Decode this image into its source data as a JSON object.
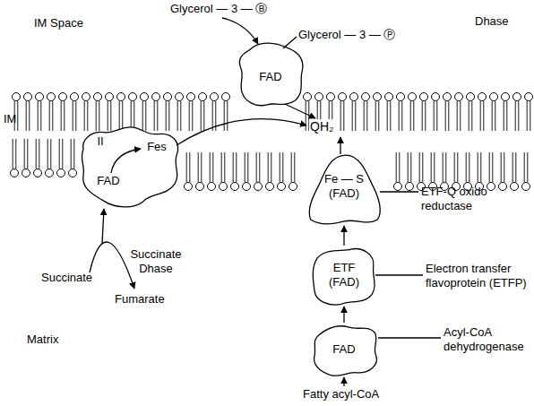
{
  "diagram": {
    "nodes": [
      {
        "text": [
          "FAD"
        ]
      },
      {
        "text": [
          "II",
          "FAD",
          "Fes"
        ]
      },
      {
        "text": [
          "Fe — S (FAD)"
        ]
      },
      {
        "text": [
          "ETF (FAD)"
        ]
      },
      {
        "text": [
          "FAD"
        ]
      }
    ],
    "edges": [
      {
        "from": 4,
        "to": 3,
        "arrow": "to"
      },
      {
        "from": 3,
        "to": 2,
        "arrow": "to"
      }
    ],
    "labels": [
      "IM Space",
      "Glycerol — 3 — Ⓑ",
      "Glycerol — 3 — Ⓟ",
      "Dhase",
      "IM",
      "QH₂",
      "Succinate Dhase",
      "Succinate",
      "Fumarate",
      "Matrix",
      "ETF-Q oxido reductase",
      "Electron transfer flavoprotein (ETFP)",
      "Acyl-CoA dehydrogenase",
      "Fatty acyl-CoA"
    ]
  }
}
